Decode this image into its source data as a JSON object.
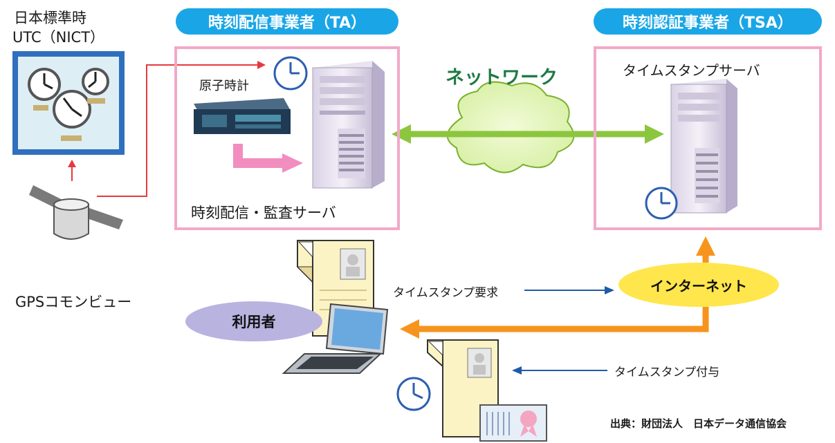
{
  "nict": {
    "title_line1": "日本標準時",
    "title_line2": "UTC（NICT）"
  },
  "gps": {
    "label": "GPSコモンビュー"
  },
  "ta": {
    "header": "時刻配信事業者（TA）",
    "atomic_clock_label": "原子時計",
    "server_label": "時刻配信・監査サーバ"
  },
  "tsa": {
    "header": "時刻認証事業者（TSA）",
    "server_label": "タイムスタンプサーバ"
  },
  "network": {
    "label": "ネットワーク"
  },
  "internet": {
    "label": "インターネット"
  },
  "user": {
    "label": "利用者"
  },
  "request": {
    "label": "タイムスタンプ要求"
  },
  "grant": {
    "label": "タイムスタンプ付与"
  },
  "credit": {
    "text": "出典：財団法人　日本データ通信協会"
  },
  "colors": {
    "pill_blue": "#1aa6e6",
    "box_pink": "#f2a9c8",
    "arrow_green": "#8cc63f",
    "arrow_orange": "#f7941d",
    "arrow_red": "#e8383d",
    "arrow_blue": "#1f5aa6",
    "internet_yellow": "#ffe64d",
    "user_lavender": "#b9b3e0"
  }
}
